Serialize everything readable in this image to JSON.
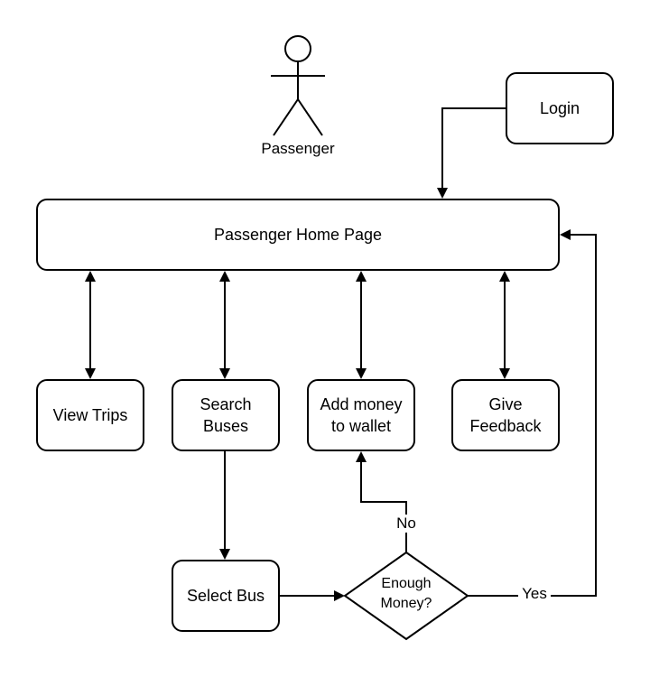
{
  "actor": {
    "label": "Passenger"
  },
  "nodes": {
    "login": "Login",
    "home": "Passenger Home Page",
    "view_trips": "View Trips",
    "search_buses": "Search\nBuses",
    "add_money": "Add money\nto wallet",
    "give_feedback": "Give\nFeedback",
    "select_bus": "Select Bus",
    "enough_money": "Enough\nMoney?"
  },
  "edge_labels": {
    "no": "No",
    "yes": "Yes"
  },
  "colors": {
    "stroke": "#000000",
    "fill": "#ffffff"
  }
}
